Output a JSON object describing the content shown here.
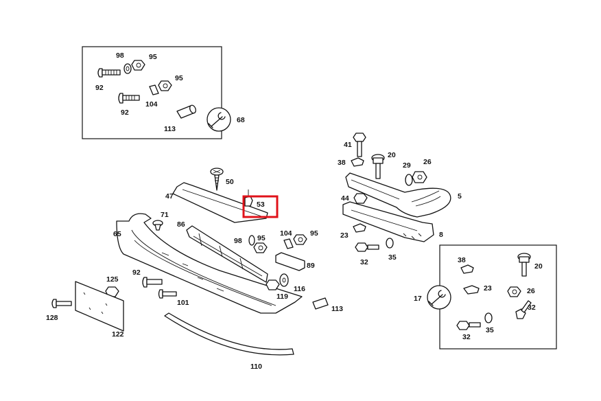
{
  "highlight": {
    "label": "53",
    "color": "#e0121a"
  },
  "inset_top_left": {
    "tool_label": "68"
  },
  "inset_bottom_right": {
    "tool_label": "17"
  },
  "labels": {
    "l98": "98",
    "l95a": "95",
    "l92a": "92",
    "l95b": "95",
    "l92b": "92",
    "l104a": "104",
    "l113a": "113",
    "l68": "68",
    "l50": "50",
    "l47": "47",
    "l53": "53",
    "l71": "71",
    "l65": "65",
    "l86": "86",
    "l98b": "98",
    "l95c": "95",
    "l104b": "104",
    "l95d": "95",
    "l89": "89",
    "l116": "116",
    "l119": "119",
    "l92c": "92",
    "l125": "125",
    "l101": "101",
    "l128": "128",
    "l122": "122",
    "l113b": "113",
    "l110": "110",
    "l41": "41",
    "l38a": "38",
    "l20a": "20",
    "l29": "29",
    "l26a": "26",
    "l5": "5",
    "l44": "44",
    "l23a": "23",
    "l32a": "32",
    "l35a": "35",
    "l8": "8",
    "l38b": "38",
    "l20b": "20",
    "l17": "17",
    "l23b": "23",
    "l26b": "26",
    "l32b": "32",
    "l32c": "32",
    "l35b": "35"
  }
}
